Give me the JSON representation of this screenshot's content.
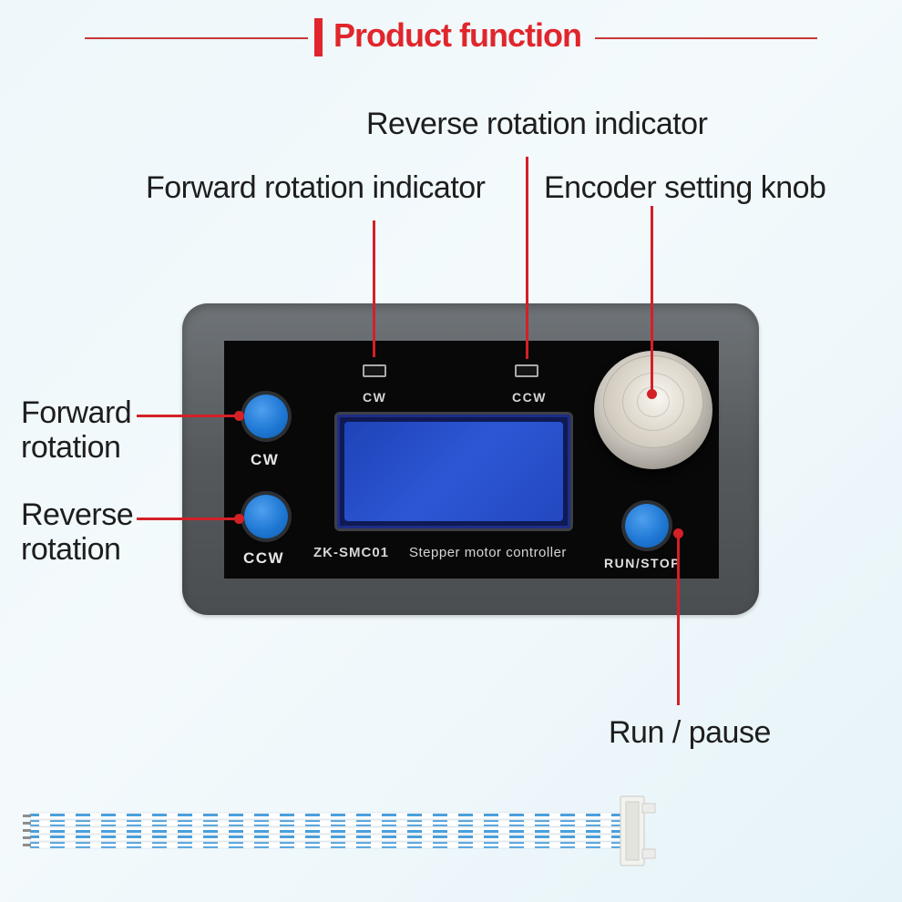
{
  "header": {
    "title": "Product function"
  },
  "callouts": {
    "reverse_indicator": "Reverse rotation indicator",
    "forward_indicator": "Forward rotation indicator",
    "encoder_knob": "Encoder setting knob",
    "forward_rotation_line1": "Forward",
    "forward_rotation_line2": "rotation",
    "reverse_rotation_line1": "Reverse",
    "reverse_rotation_line2": "rotation",
    "run_pause": "Run / pause"
  },
  "device": {
    "led_cw_label": "CW",
    "led_ccw_label": "CCW",
    "btn_cw_label": "CW",
    "btn_ccw_label": "CCW",
    "model": "ZK-SMC01",
    "description": "Stepper motor controller",
    "run_stop_label": "RUN/STOP"
  },
  "colors": {
    "accent_red": "#d42027",
    "button_blue": "#1f78d4",
    "lcd_blue": "#2c57d4",
    "case_gray": "#55595c"
  }
}
